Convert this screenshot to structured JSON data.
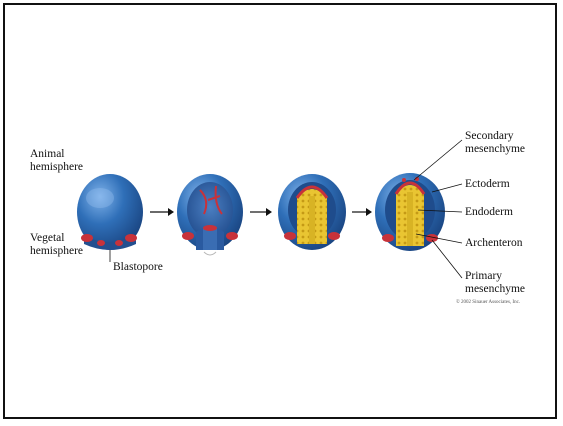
{
  "labels": {
    "animal_hemisphere": [
      "Animal",
      "hemisphere"
    ],
    "vegetal_hemisphere": [
      "Vegetal",
      "hemisphere"
    ],
    "blastopore": "Blastopore",
    "secondary_mesenchyme": [
      "Secondary",
      "mesenchyme"
    ],
    "ectoderm": "Ectoderm",
    "endoderm": "Endoderm",
    "archenteron": "Archenteron",
    "primary_mesenchyme": [
      "Primary",
      "mesenchyme"
    ]
  },
  "copyright": "© 2002 Sinauer Associates, Inc.",
  "colors": {
    "ectoderm_blue": "#2f6fb8",
    "shell_dark": "#1d4f91",
    "mesenchyme_red": "#c8323a",
    "endoderm_yellow": "#e8c830"
  }
}
